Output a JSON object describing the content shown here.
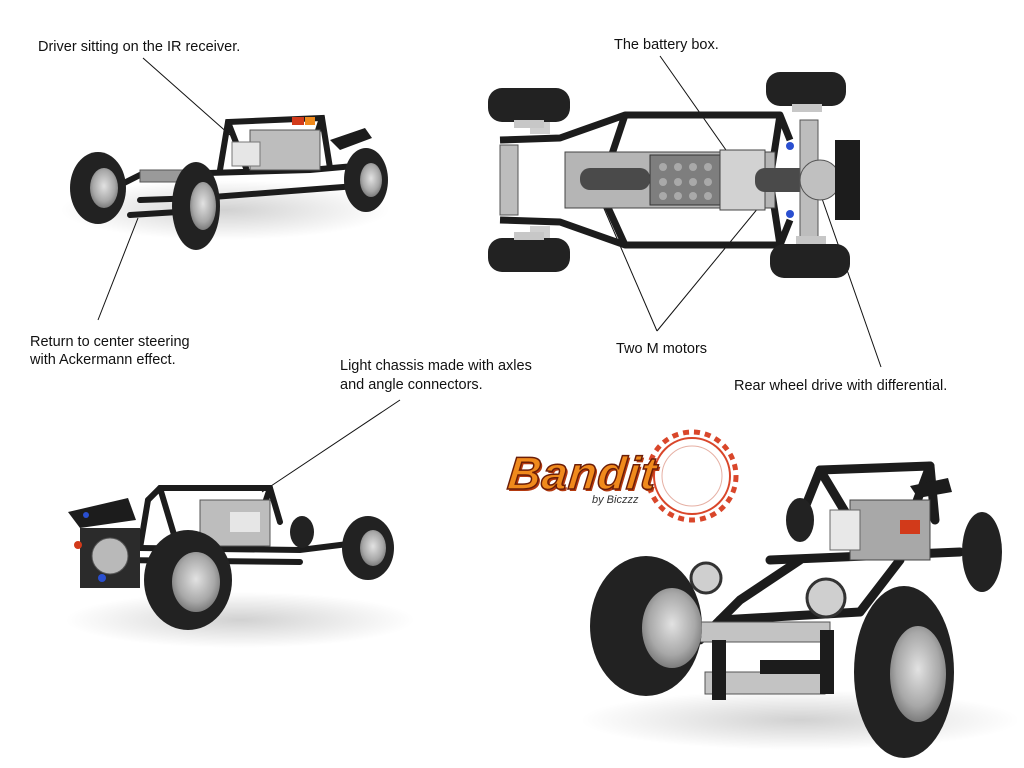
{
  "annotations": {
    "driver": "Driver sitting on the IR receiver.",
    "steering_line1": "Return to center steering",
    "steering_line2": "with Ackermann effect.",
    "chassis_line1": "Light chassis made with axles",
    "chassis_line2": "and angle connectors.",
    "battery": "The battery box.",
    "motors": "Two M motors",
    "rear_drive": "Rear wheel drive with differential."
  },
  "logo": {
    "title": "Bandit",
    "byline": "by Biczzz"
  },
  "colors": {
    "chassis_black": "#1c1c1c",
    "tire": "#222222",
    "rim_grey": "#b9b9b9",
    "part_grey": "#9a9a9a",
    "accent_red": "#d23a1a",
    "accent_orange": "#f08a1c",
    "accent_blue": "#2a4fd0",
    "logo_gear_red": "#d9462a"
  },
  "views": [
    {
      "name": "front-three-quarter view"
    },
    {
      "name": "top-down view"
    },
    {
      "name": "rear view"
    },
    {
      "name": "close-up front view"
    }
  ]
}
